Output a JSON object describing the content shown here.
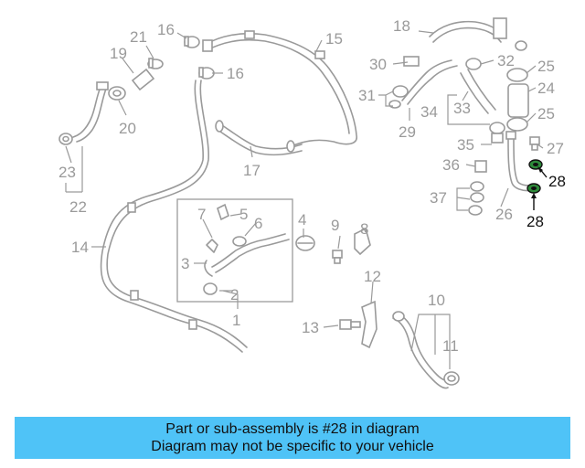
{
  "colors": {
    "banner_bg": "#4fc3f7",
    "highlight": "#2e8b3a",
    "line": "#9a9a9a",
    "highlight_label": "#111111"
  },
  "callouts": {
    "c1": "1",
    "c2": "2",
    "c3": "3",
    "c4": "4",
    "c5": "5",
    "c6": "6",
    "c7": "7",
    "c8": "8",
    "c9": "9",
    "c10": "10",
    "c11": "11",
    "c12": "12",
    "c13": "13",
    "c14": "14",
    "c15": "15",
    "c16a": "16",
    "c16b": "16",
    "c17": "17",
    "c18": "18",
    "c19": "19",
    "c20": "20",
    "c21": "21",
    "c22": "22",
    "c23": "23",
    "c24": "24",
    "c25a": "25",
    "c25b": "25",
    "c26": "26",
    "c27": "27",
    "c28a": "28",
    "c28b": "28",
    "c29": "29",
    "c30": "30",
    "c31": "31",
    "c32": "32",
    "c33": "33",
    "c34": "34",
    "c35": "35",
    "c36": "36",
    "c37": "37"
  },
  "banner": {
    "line1": "Part or sub-assembly is #28 in diagram",
    "line2": "Diagram may not be specific to your vehicle"
  }
}
